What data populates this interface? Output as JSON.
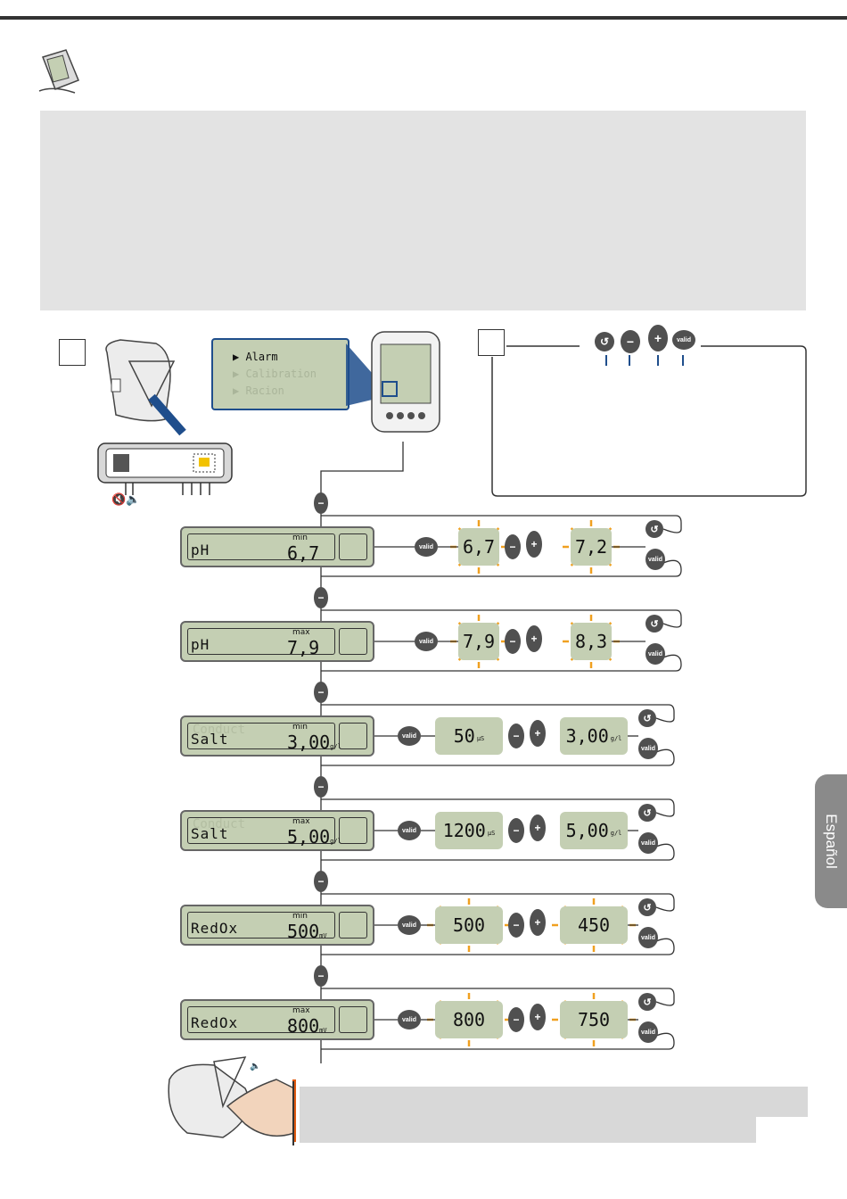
{
  "language_tab": "Español",
  "menu": {
    "items": [
      "Alarm",
      "Calibration",
      "Racion"
    ],
    "selected": "Alarm"
  },
  "top_buttons": {
    "back_icon": "back-arrow-icon",
    "minus": "−",
    "plus": "+",
    "valid": "valid"
  },
  "rows": [
    {
      "label": "pH",
      "tag": "min",
      "value": "6,7",
      "unit": "",
      "ghost": "",
      "adjust_from": "6,7",
      "adjust_from_unit": "",
      "adjust_to": "7,2",
      "adjust_to_unit": ""
    },
    {
      "label": "pH",
      "tag": "max",
      "value": "7,9",
      "unit": "",
      "ghost": "",
      "adjust_from": "7,9",
      "adjust_from_unit": "",
      "adjust_to": "8,3",
      "adjust_to_unit": ""
    },
    {
      "label": "Salt",
      "tag": "min",
      "value": "3,00",
      "unit": "g/l",
      "ghost": "Conduct",
      "adjust_from": "50",
      "adjust_from_unit": "µS",
      "adjust_to": "3,00",
      "adjust_to_unit": "g/l"
    },
    {
      "label": "Salt",
      "tag": "max",
      "value": "5,00",
      "unit": "g/l",
      "ghost": "Conduct",
      "adjust_from": "1200",
      "adjust_from_unit": "µS",
      "adjust_to": "5,00",
      "adjust_to_unit": "g/l"
    },
    {
      "label": "RedOx",
      "tag": "min",
      "value": "500",
      "unit": "mV",
      "ghost": "",
      "adjust_from": "500",
      "adjust_from_unit": "",
      "adjust_to": "450",
      "adjust_to_unit": ""
    },
    {
      "label": "RedOx",
      "tag": "max",
      "value": "800",
      "unit": "mV",
      "ghost": "",
      "adjust_from": "800",
      "adjust_from_unit": "",
      "adjust_to": "750",
      "adjust_to_unit": ""
    }
  ],
  "button_labels": {
    "valid": "valid",
    "minus": "−",
    "plus": "+"
  },
  "colors": {
    "lcd": "#c4cfb3",
    "accent_blue": "#1f4e8c",
    "blink": "#f0a020",
    "button": "#505050"
  }
}
